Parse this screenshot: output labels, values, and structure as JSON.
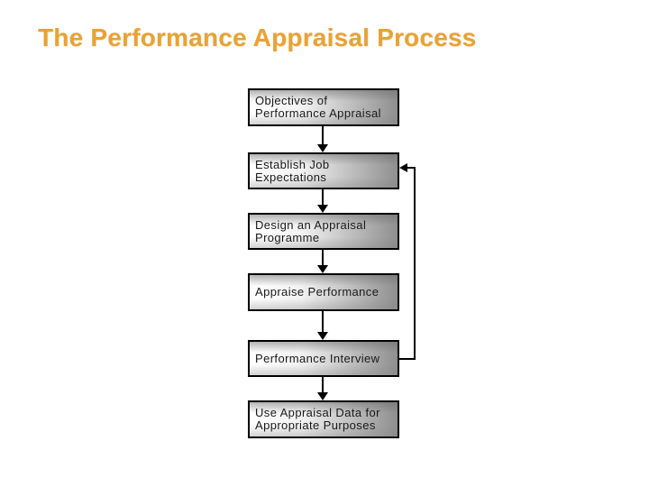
{
  "slide": {
    "title": "The Performance Appraisal Process",
    "title_color": "#E9A238",
    "background_color": "#ffffff"
  },
  "flowchart": {
    "box_border_color": "#000000",
    "box_gradient_left": "#ffffff",
    "box_gradient_right": "#8f8f8f",
    "connector_color": "#000000",
    "steps": [
      {
        "id": "objectives",
        "lines": [
          "Objectives of",
          "Performance Appraisal"
        ]
      },
      {
        "id": "establish-expectations",
        "lines": [
          "Establish Job",
          "Expectations"
        ]
      },
      {
        "id": "design-programme",
        "lines": [
          "Design an Appraisal",
          "Programme"
        ]
      },
      {
        "id": "appraise-performance",
        "lines": [
          "Appraise Performance"
        ]
      },
      {
        "id": "performance-interview",
        "lines": [
          "Performance Interview"
        ]
      },
      {
        "id": "use-appraisal-data",
        "lines": [
          "Use Appraisal Data for",
          "Appropriate Purposes"
        ]
      }
    ],
    "feedback_loop": {
      "from": "Performance Interview",
      "to": "Establish Job Expectations"
    }
  }
}
